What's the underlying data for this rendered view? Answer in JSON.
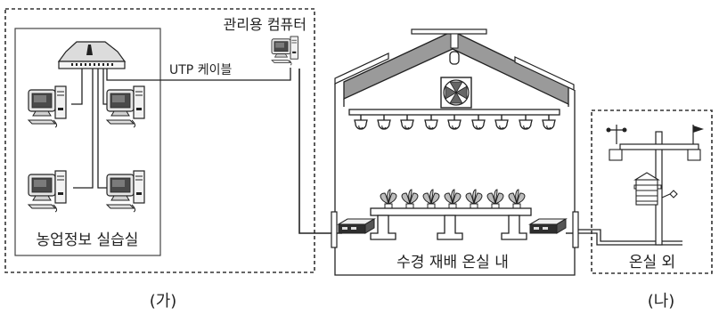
{
  "labels": {
    "admin_computer": "관리용 컴퓨터",
    "utp_cable": "UTP 케이블",
    "farm_lab": "농업정보 실습실",
    "hydroponic_greenhouse": "수경 재배 온실 내",
    "outside_greenhouse": "온실 외",
    "panel_a": "(가)",
    "panel_b": "(나)"
  },
  "icons": {
    "network_hub": "network-hub-icon",
    "desktop_computer": "desktop-computer-icon",
    "ventilation_fan": "ventilation-fan-icon",
    "grow_lamp": "grow-lamp-icon",
    "plant": "plant-icon",
    "sensor_module": "sensor-module-icon",
    "weather_station": "weather-station-icon"
  },
  "colors": {
    "line": "#222222",
    "roof_fill": "#9a9a9a",
    "dashed_border": "#333333"
  }
}
